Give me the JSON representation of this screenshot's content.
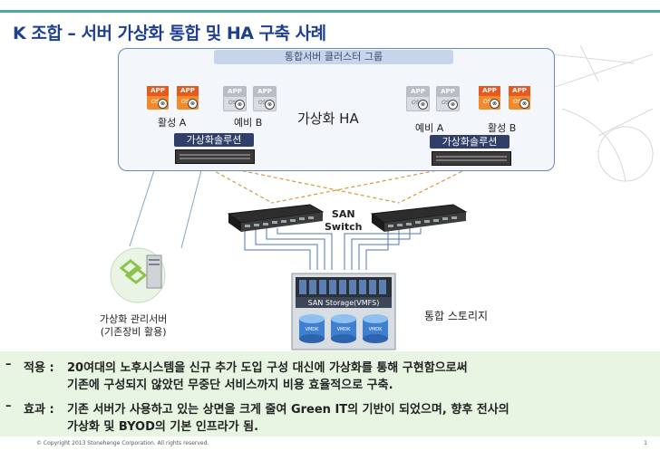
{
  "title": "K 조합 – 서버 가상화 통합 및 HA 구축 사례",
  "cluster": {
    "title": "통합서버 클러스터 그룹",
    "left": {
      "active_label": "활성 A",
      "standby_label": "예비 B",
      "solution_label": "가상화솔루션"
    },
    "right": {
      "standby_label": "예비 A",
      "active_label": "활성 B",
      "solution_label": "가상화솔루션"
    },
    "tile_app_text": "APP",
    "tile_os_text": "OS"
  },
  "ha_label": "가상화 HA",
  "switch": {
    "line1": "SAN",
    "line2": "Switch"
  },
  "storage": {
    "box_label": "SAN Storage(VMFS)",
    "disk_label": "VMDK",
    "side_label": "통합 스토리지"
  },
  "mgmt": {
    "line1": "가상화 관리서버",
    "line2": "(기존장비 활용)"
  },
  "notes": [
    {
      "dash": "–",
      "head": "적용 :",
      "line1": "20여대의 노후시스템을 신규 추가 도입 구성 대신에 가상화를 통해 구현함으로써",
      "line2": "기존에 구성되지 않았던 무중단 서비스까지 비용 효율적으로 구축."
    },
    {
      "dash": "–",
      "head": "효과 :",
      "line1": "기존 서버가 사용하고 있는 상면을 크게 줄여 Green IT의 기반이 되었으며, 향후 전사의",
      "line2": "가상화 및 BYOD의 기본 인프라가 됨."
    }
  ],
  "footer": "© Copyright 2013  Stonehenge  Corporation.  All rights reserved.",
  "page_number": "1",
  "colors": {
    "title": "#1f3f8f",
    "accent_band": "#4aa6a8",
    "cluster_border": "#6a89b8",
    "solution_bg": "#2f3f6a",
    "app_orange": "#f08a2a",
    "notes_bg": "#e8f5e3",
    "ha_arrow": "#c0202a",
    "dashed_link": "#d49a3a"
  }
}
